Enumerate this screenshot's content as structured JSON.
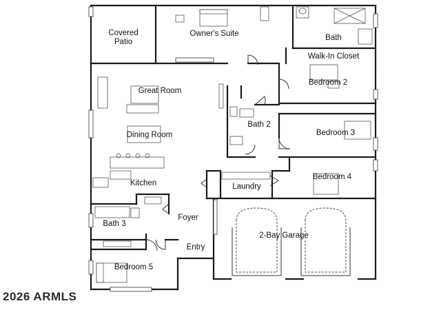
{
  "rooms": {
    "covered_patio": [
      "Covered",
      "Patio"
    ],
    "owners_suite": "Owner's Suite",
    "bath": "Bath",
    "walk_in_closet": "Walk-In Closet",
    "great_room": "Great Room",
    "bedroom_2": "Bedroom 2",
    "bath_2": "Bath 2",
    "bedroom_3": "Bedroom 3",
    "dining_room": "Dining Room",
    "kitchen": "Kitchen",
    "laundry": "Laundry",
    "bedroom_4": "Bedroom 4",
    "bath_3": "Bath 3",
    "foyer": "Foyer",
    "two_bay_garage": "2-Bay Garage",
    "entry": "Entry",
    "bedroom_5": "Bedroom 5"
  },
  "copyright": "2026 ARMLS"
}
